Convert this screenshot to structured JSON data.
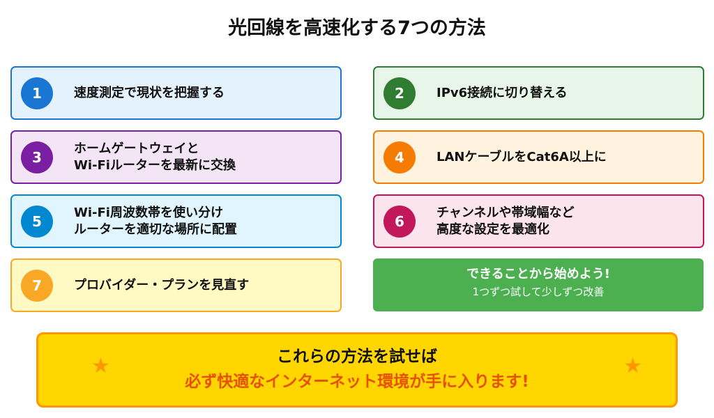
{
  "title": "光回線を高速化する7つの方法",
  "items": [
    {
      "num": "1",
      "text": "速度測定で現状を把握する",
      "color": "#1976d2",
      "bg": "#e3f2fd"
    },
    {
      "num": "2",
      "text": "IPv6接続に切り替える",
      "color": "#2e7d32",
      "bg": "#e8f5e9"
    },
    {
      "num": "3",
      "text": "ホームゲートウェイと\nWi-Fiルーターを最新に交換",
      "color": "#7b1fa2",
      "bg": "#f3e5f5"
    },
    {
      "num": "4",
      "text": "LANケーブルをCat6A以上に",
      "color": "#f57c00",
      "bg": "#fff3e0"
    },
    {
      "num": "5",
      "text": "Wi-Fi周波数帯を使い分け\nルーターを適切な場所に配置",
      "color": "#0288d1",
      "bg": "#e1f5fe"
    },
    {
      "num": "6",
      "text": "チャンネルや帯域幅など\n高度な設定を最適化",
      "color": "#c2185b",
      "bg": "#fce4ec"
    },
    {
      "num": "7",
      "text": "プロバイダー・プランを見直す",
      "color": "#f9a825",
      "bg": "#fff9c4"
    }
  ],
  "cta": {
    "line1": "できることから始めよう!",
    "line2": "1つずつ試して少しずつ改善"
  },
  "banner": {
    "line1": "これらの方法を試せば",
    "line2": "必ず快適なインターネット環境が手に入ります!",
    "star": "★"
  }
}
